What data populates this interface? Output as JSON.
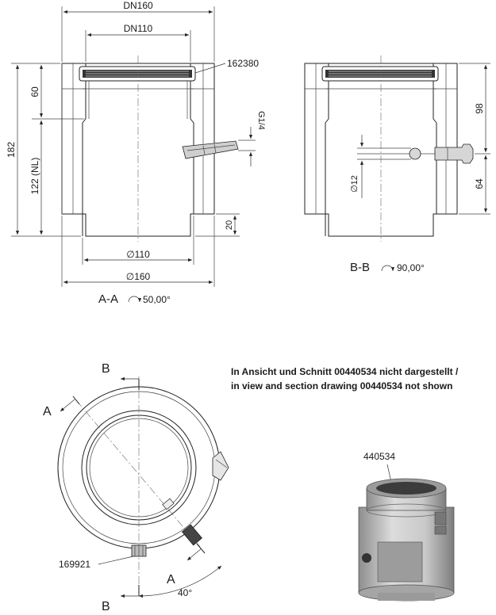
{
  "view_aa": {
    "dn_outer": "DN160",
    "dn_inner": "DN110",
    "part_seal": "162380",
    "thread": "G1/4",
    "dim_total": "182",
    "dim_upper": "60",
    "dim_nl": "122 (NL)",
    "dim_bottom": "20",
    "dia_inner": "∅110",
    "dia_outer": "∅160",
    "section_label": "A-A",
    "angle": "50,00°"
  },
  "view_bb": {
    "dim_upper": "98",
    "dim_lower": "64",
    "dia_probe": "∅12",
    "section_label": "B-B",
    "angle": "90,00°"
  },
  "plan_view": {
    "label_b_top": "B",
    "label_b_bottom": "B",
    "label_a_top": "A",
    "label_a_bottom": "A",
    "part_plug": "169921",
    "angle": "40°"
  },
  "note": {
    "line_de": "In Ansicht und Schnitt 00440534 nicht dargestellt /",
    "line_en": "in view and section drawing 00440534 not shown"
  },
  "iso_view": {
    "part_ref": "440534"
  }
}
